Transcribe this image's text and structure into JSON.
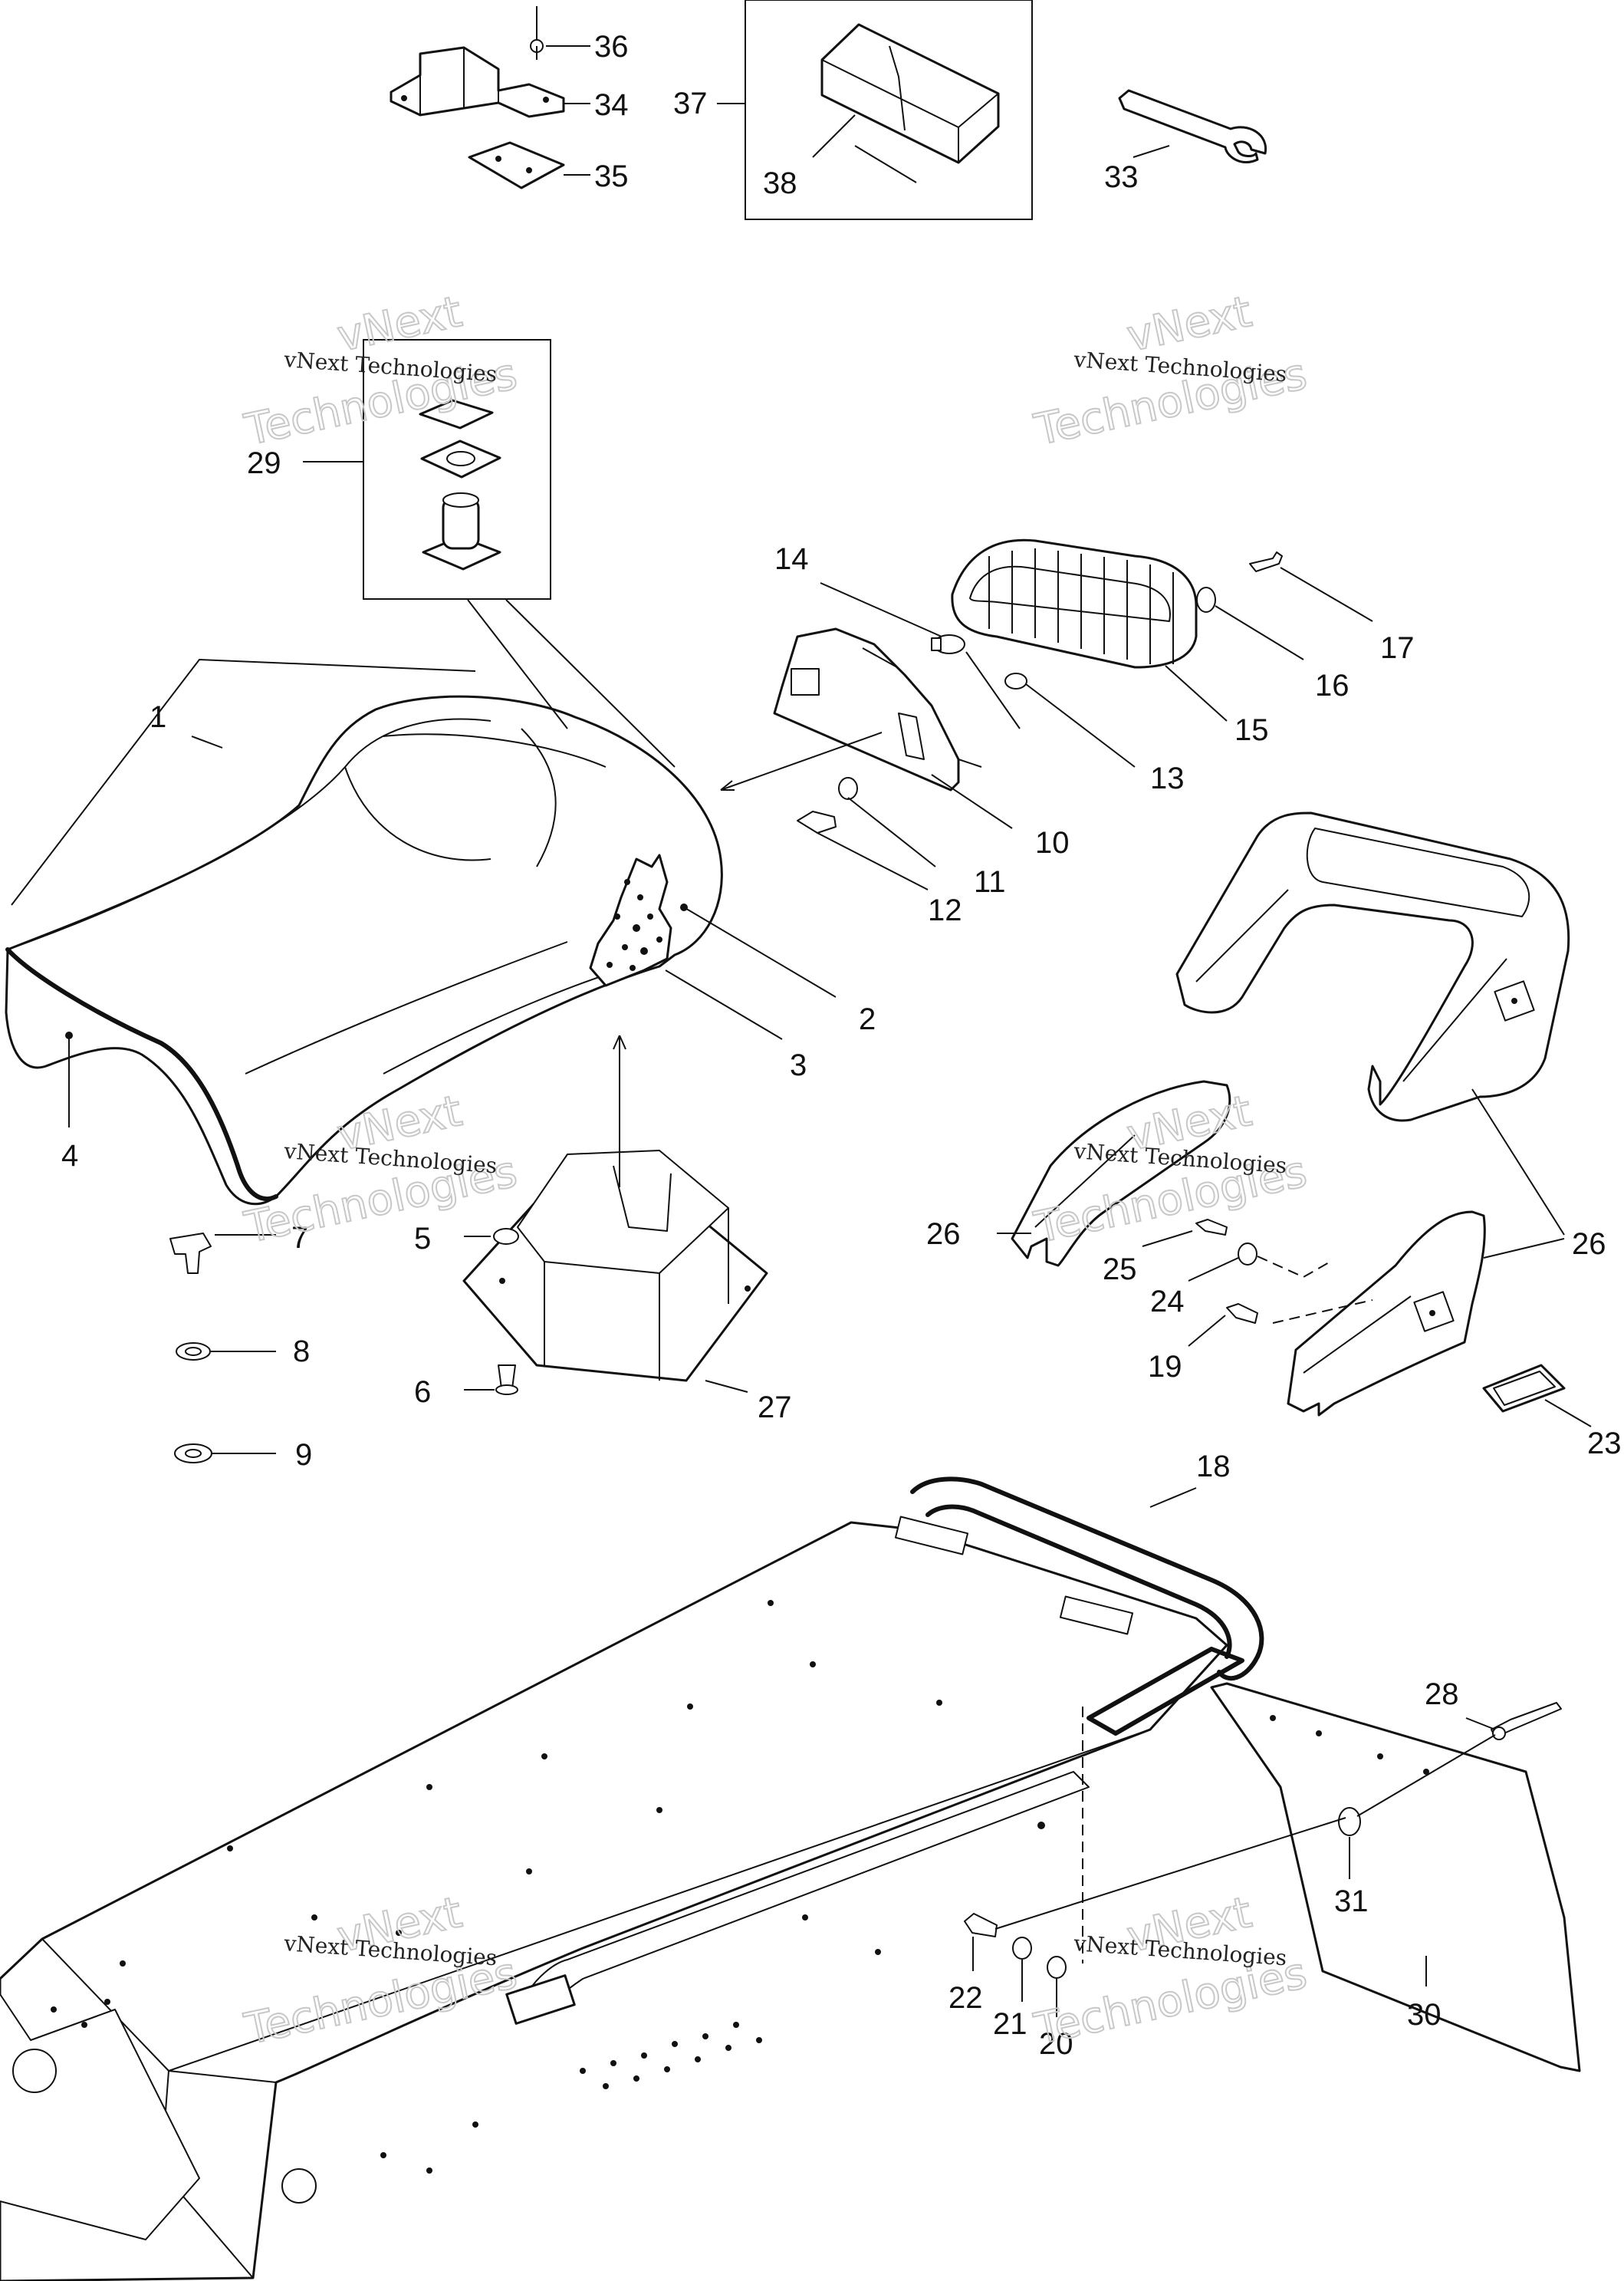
{
  "diagram": {
    "callouts": [
      "1",
      "2",
      "3",
      "4",
      "5",
      "6",
      "7",
      "8",
      "9",
      "10",
      "11",
      "12",
      "13",
      "14",
      "15",
      "16",
      "17",
      "18",
      "19",
      "20",
      "21",
      "22",
      "23",
      "24",
      "25",
      "26",
      "26",
      "27",
      "28",
      "29",
      "30",
      "31",
      "33",
      "34",
      "35",
      "36",
      "37",
      "38"
    ],
    "watermark": {
      "line1": "vNext Technologies",
      "line2": "vNext",
      "line3": "Technologies"
    }
  }
}
